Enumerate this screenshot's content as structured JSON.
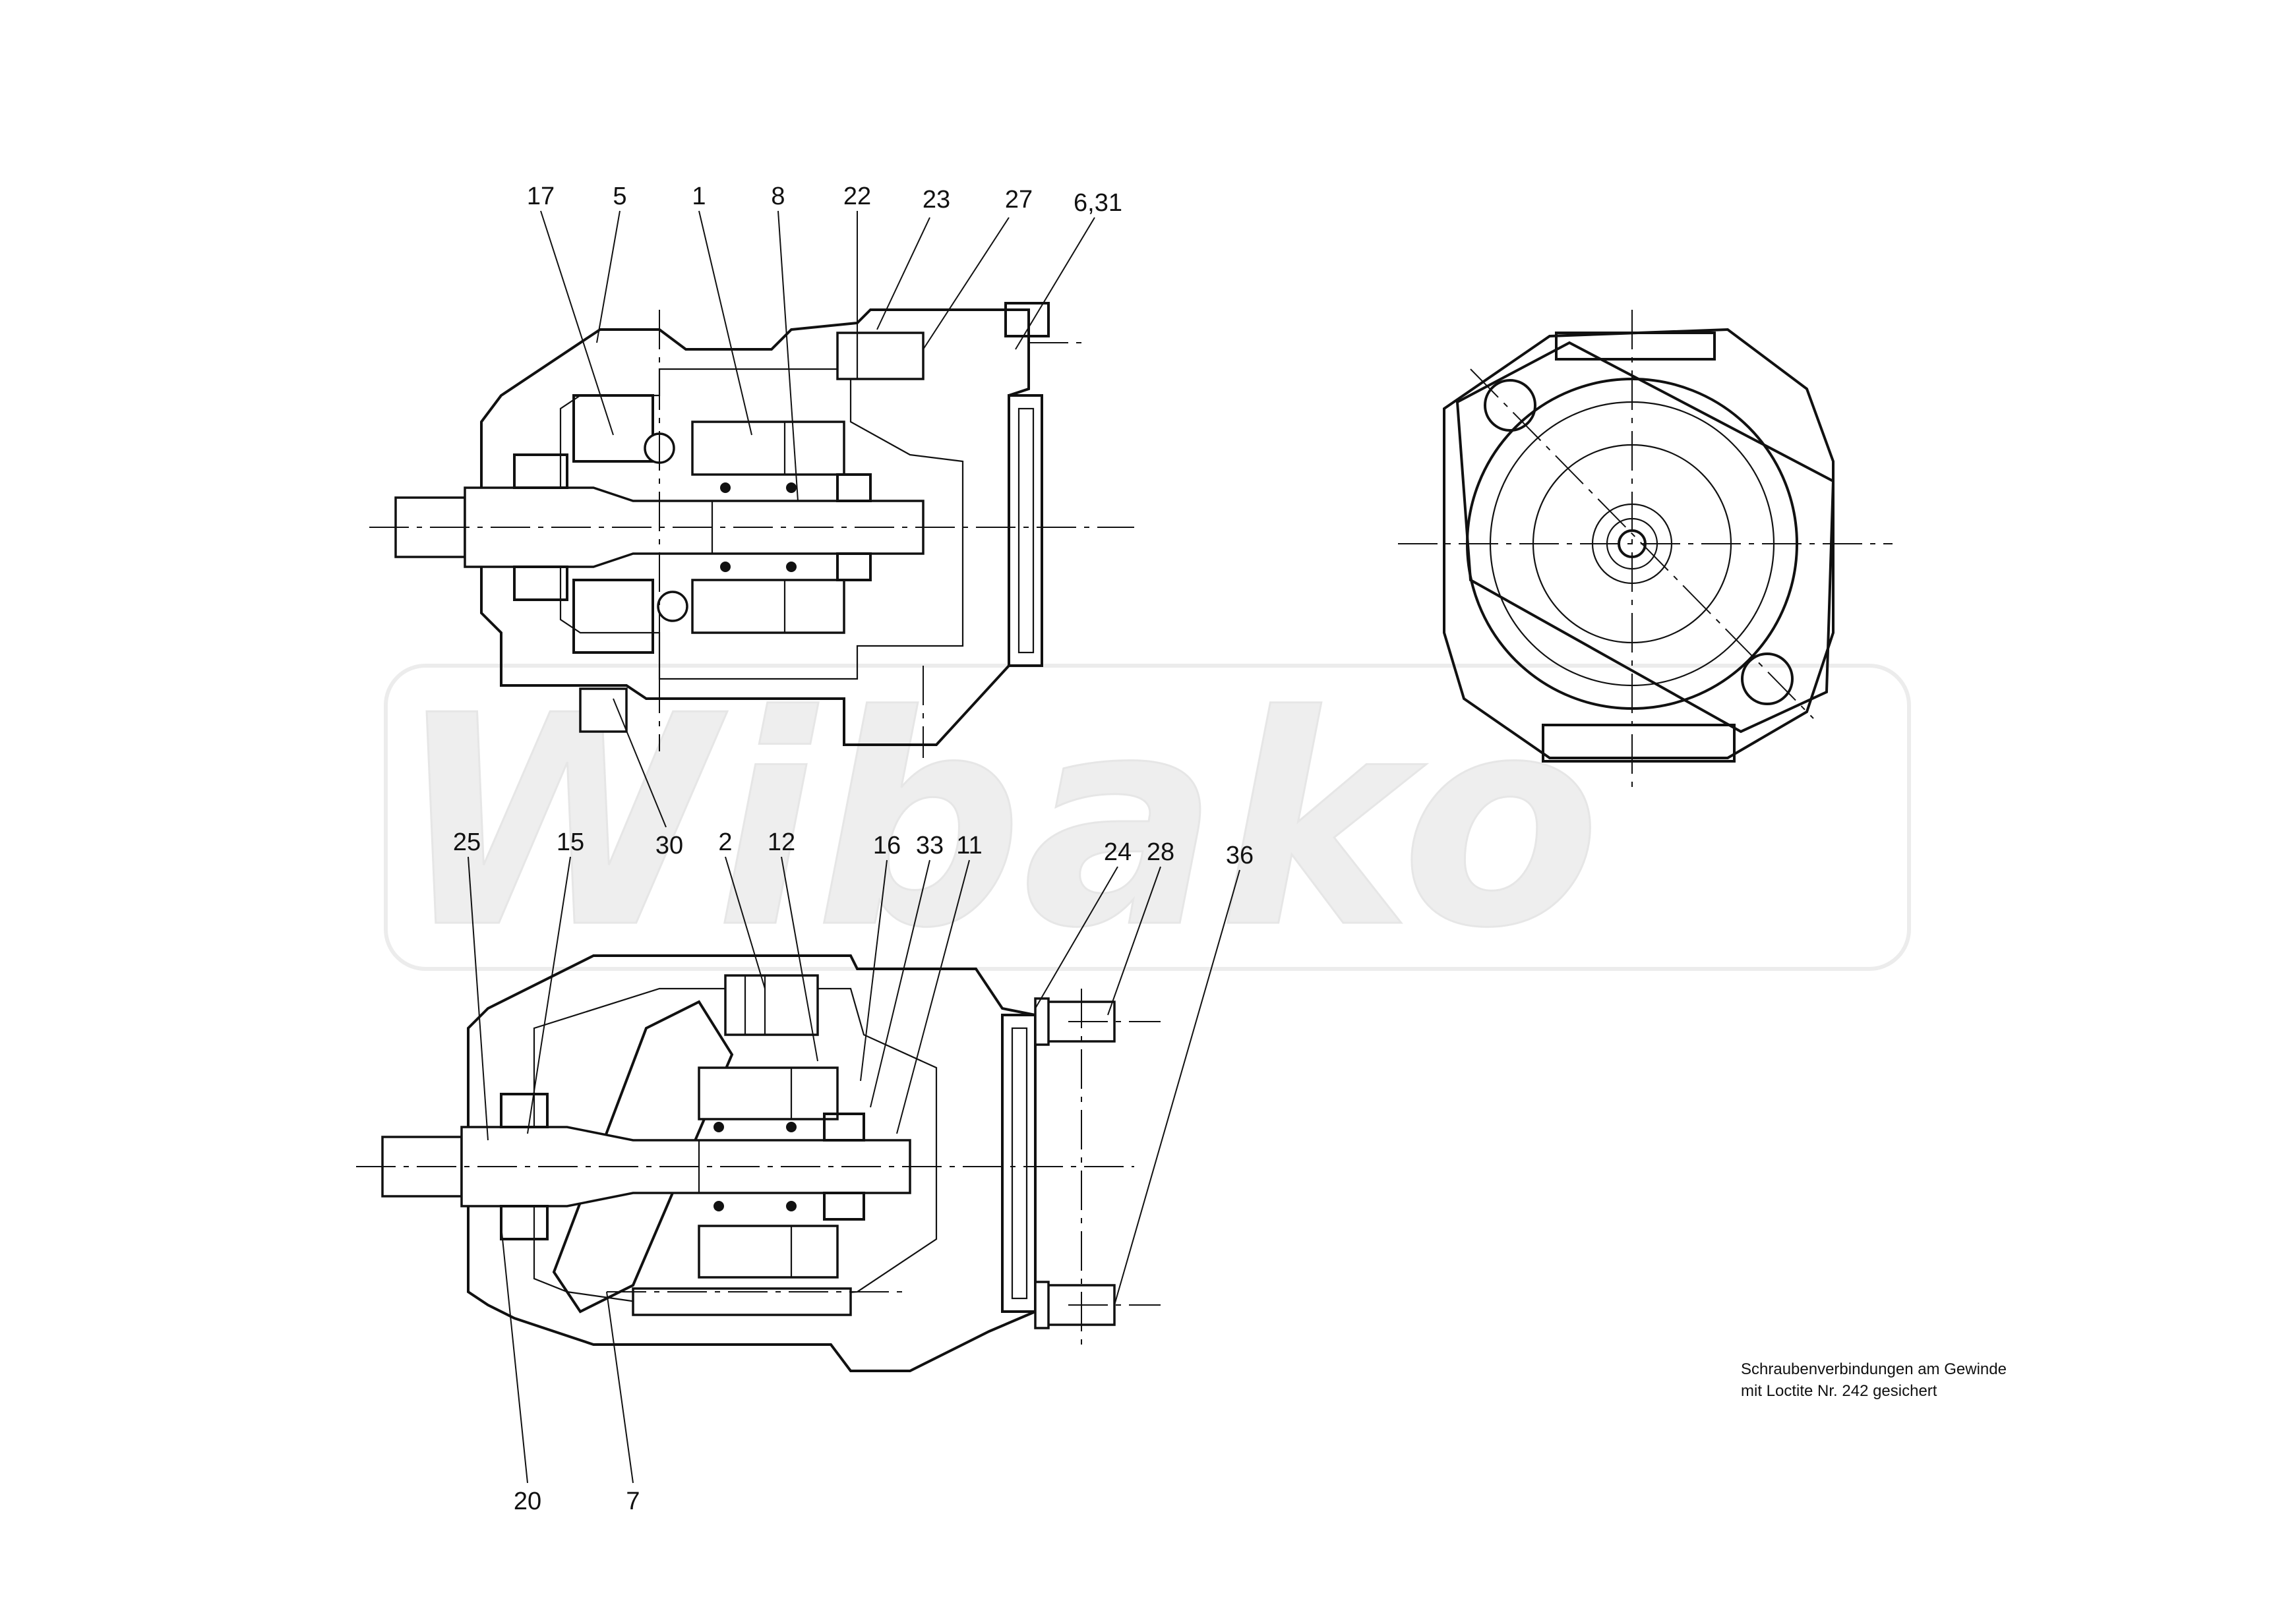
{
  "drawing": {
    "watermark_text": "Wibako",
    "note_line_1": "Schraubenverbindungen am Gewinde",
    "note_line_2": "mit Loctite Nr. 242 gesichert",
    "top_callouts": [
      {
        "label": "17"
      },
      {
        "label": "5"
      },
      {
        "label": "1"
      },
      {
        "label": "8"
      },
      {
        "label": "22"
      },
      {
        "label": "23"
      },
      {
        "label": "27"
      },
      {
        "label": "6,31"
      },
      {
        "label": "30"
      }
    ],
    "bottom_callouts": [
      {
        "label": "25"
      },
      {
        "label": "15"
      },
      {
        "label": "2"
      },
      {
        "label": "12"
      },
      {
        "label": "16"
      },
      {
        "label": "33"
      },
      {
        "label": "11"
      },
      {
        "label": "24"
      },
      {
        "label": "28"
      },
      {
        "label": "36"
      },
      {
        "label": "20"
      },
      {
        "label": "7"
      }
    ]
  }
}
